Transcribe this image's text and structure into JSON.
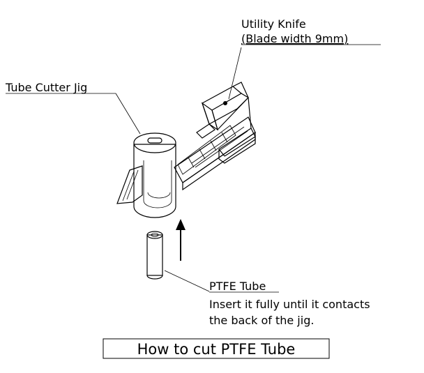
{
  "knife": {
    "name": "Utility Knife",
    "spec": "(Blade width 9mm)"
  },
  "jig": {
    "name": "Tube Cutter Jig"
  },
  "tube": {
    "name": "PTFE Tube",
    "note_line1": "Insert it fully until it contacts",
    "note_line2": "the back of the jig."
  },
  "title": "How to cut PTFE Tube",
  "colors": {
    "knife_body": "#f5f000",
    "jig_body": "#4a4a4a",
    "jig_top": "#6e6e6e",
    "blade": "#cfcfcf"
  }
}
